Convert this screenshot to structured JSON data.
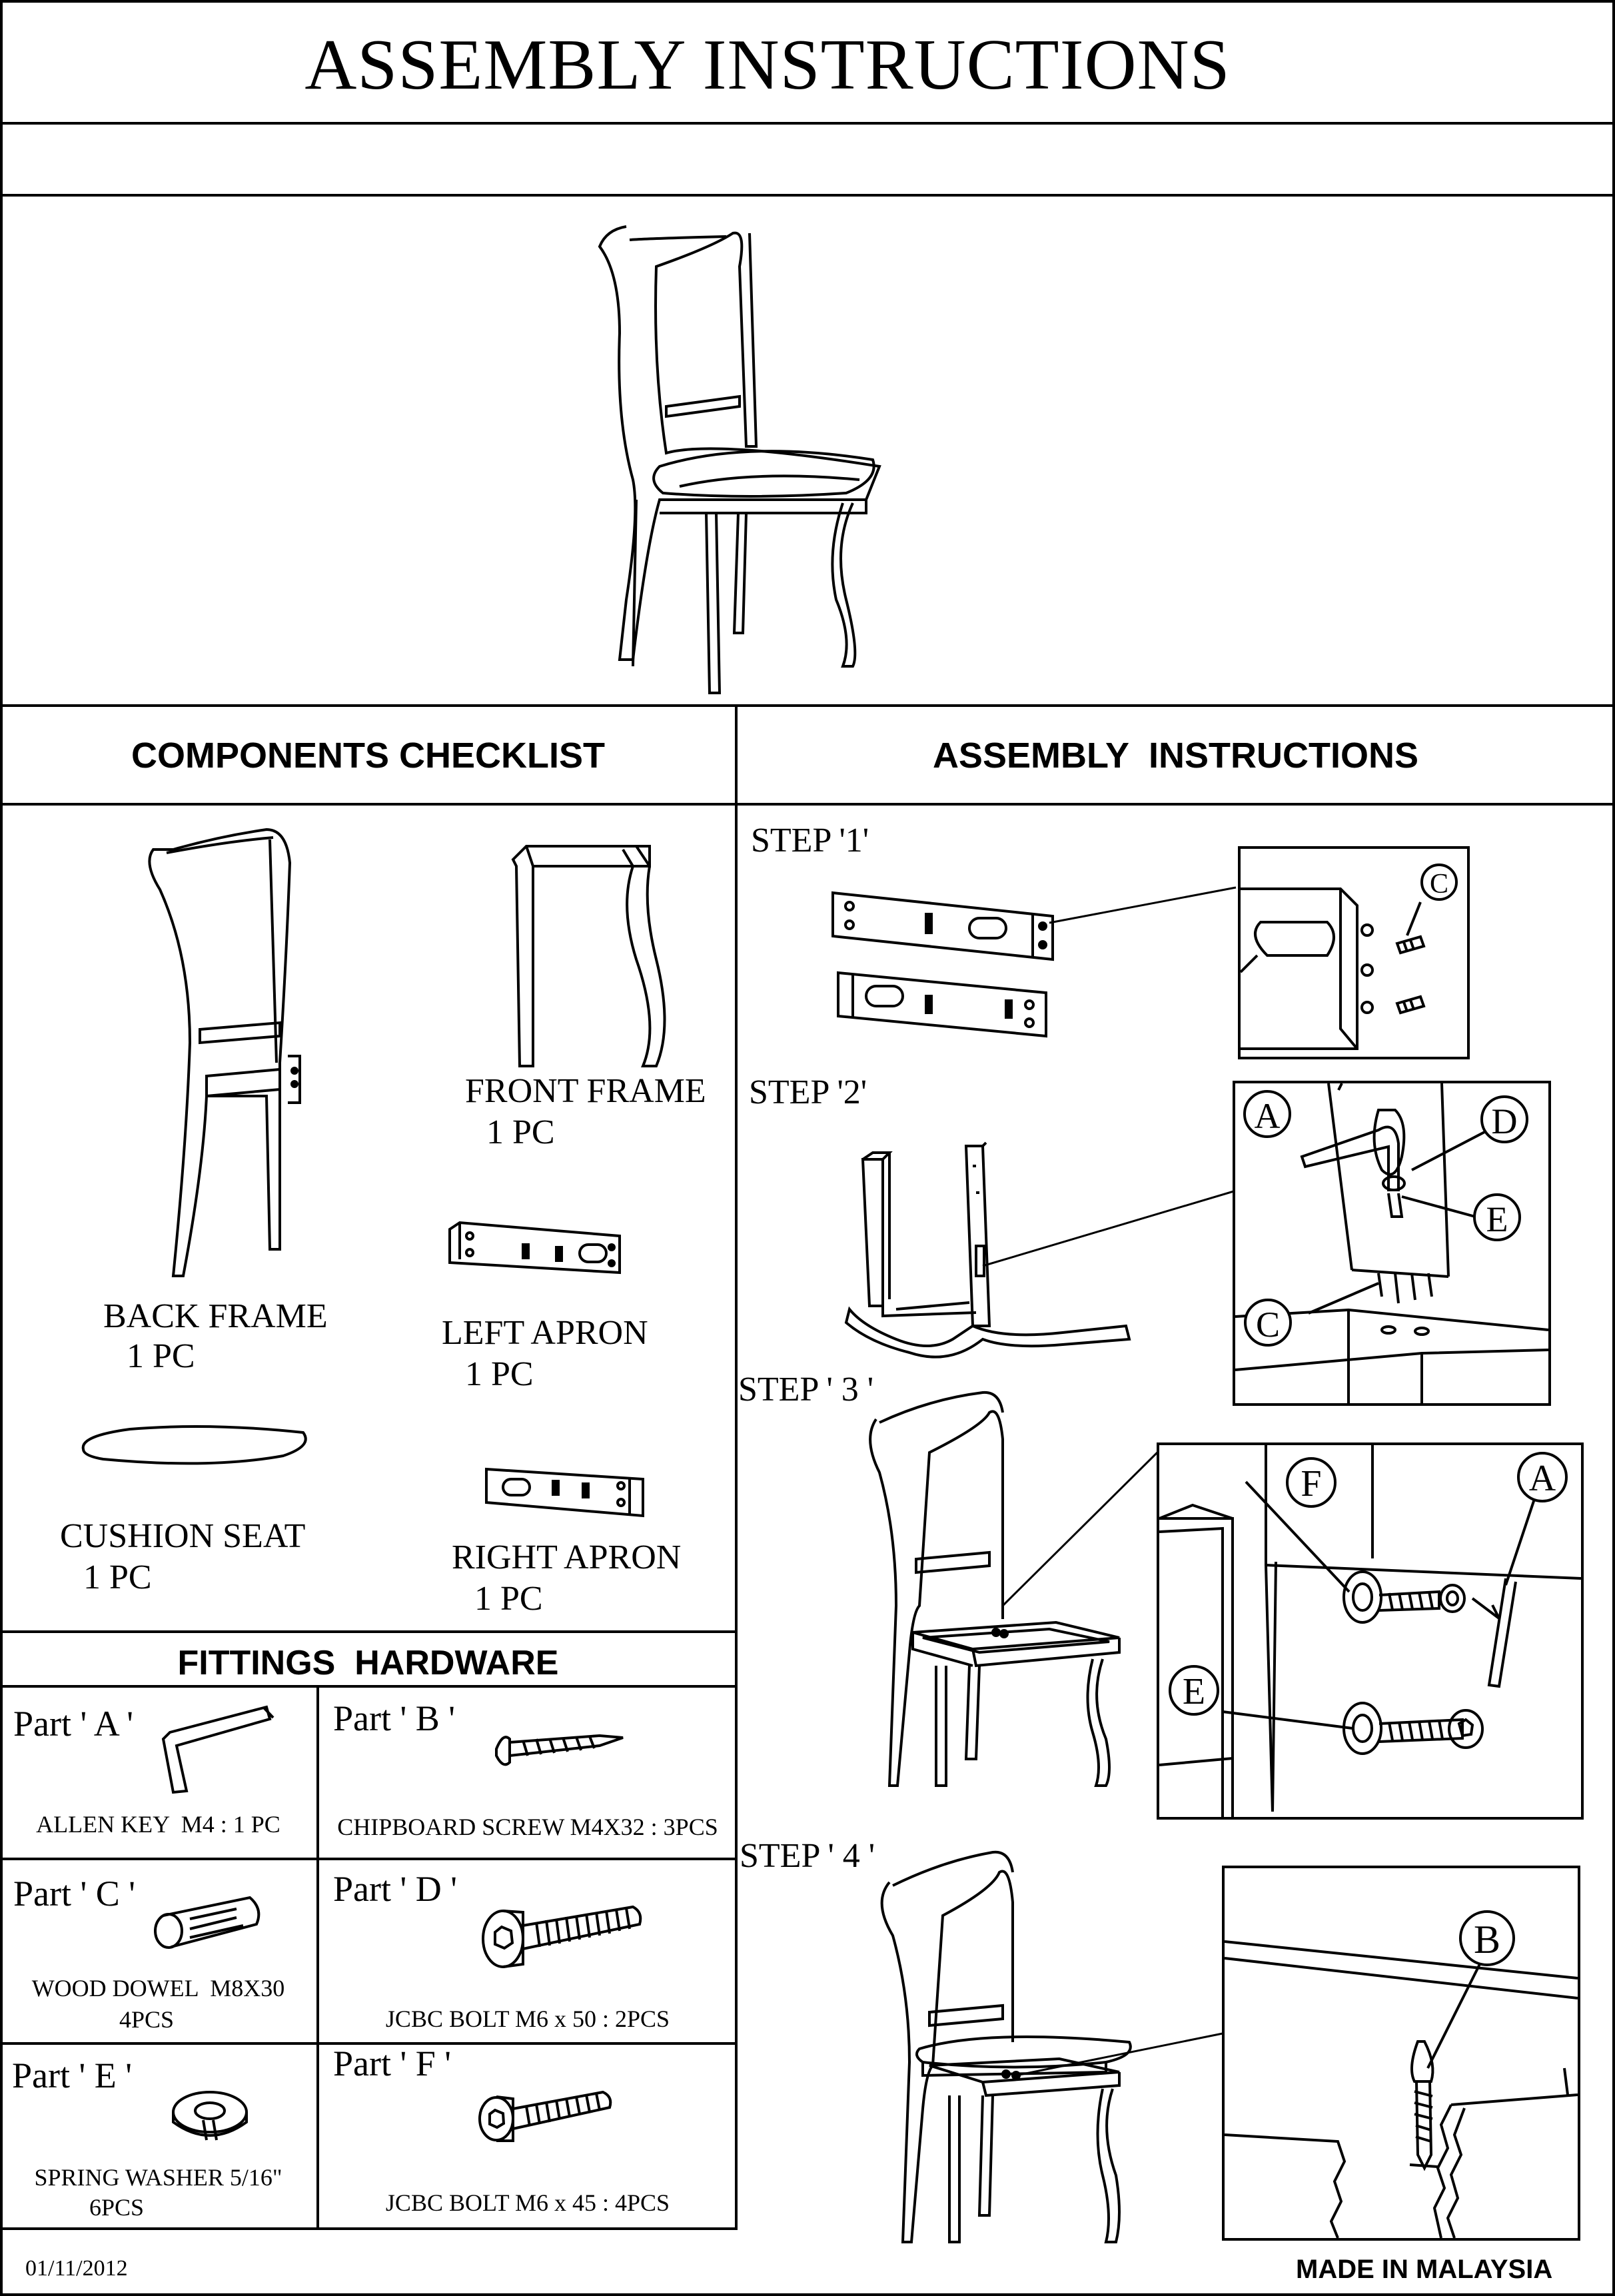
{
  "header": {
    "title": "ASSEMBLY INSTRUCTIONS"
  },
  "components": {
    "heading": "COMPONENTS CHECKLIST",
    "back_frame": {
      "name": "BACK FRAME",
      "qty": "1 PC"
    },
    "front_frame": {
      "name": "FRONT FRAME",
      "qty": "1 PC"
    },
    "left_apron": {
      "name": "LEFT APRON",
      "qty": "1 PC"
    },
    "cushion_seat": {
      "name": "CUSHION SEAT",
      "qty": "1 PC"
    },
    "right_apron": {
      "name": "RIGHT APRON",
      "qty": "1 PC"
    }
  },
  "instructions": {
    "heading": "ASSEMBLY  INSTRUCTIONS",
    "steps": [
      {
        "label": "STEP '1'",
        "callouts": [
          "C"
        ]
      },
      {
        "label": "STEP '2'",
        "callouts": [
          "A",
          "D",
          "E",
          "C"
        ]
      },
      {
        "label": "STEP ' 3 '",
        "callouts": [
          "F",
          "A",
          "E"
        ]
      },
      {
        "label": "STEP ' 4 '",
        "callouts": [
          "B"
        ]
      }
    ]
  },
  "hardware": {
    "heading": "FITTINGS  HARDWARE",
    "parts": [
      {
        "label": "Part ' A '",
        "desc": "ALLEN KEY  M4 : 1 PC"
      },
      {
        "label": "Part ' B '",
        "desc": "CHIPBOARD SCREW M4X32 : 3PCS"
      },
      {
        "label": "Part ' C '",
        "desc": "WOOD DOWEL  M8X30",
        "qty": "4PCS"
      },
      {
        "label": "Part ' D '",
        "desc": "JCBC BOLT M6 x 50 : 2PCS"
      },
      {
        "label": "Part ' E '",
        "desc": "SPRING WASHER 5/16\"",
        "qty": "6PCS"
      },
      {
        "label": "Part ' F '",
        "desc": "JCBC BOLT M6 x 45 : 4PCS"
      }
    ]
  },
  "footer": {
    "date": "01/11/2012",
    "origin": "MADE IN MALAYSIA"
  }
}
